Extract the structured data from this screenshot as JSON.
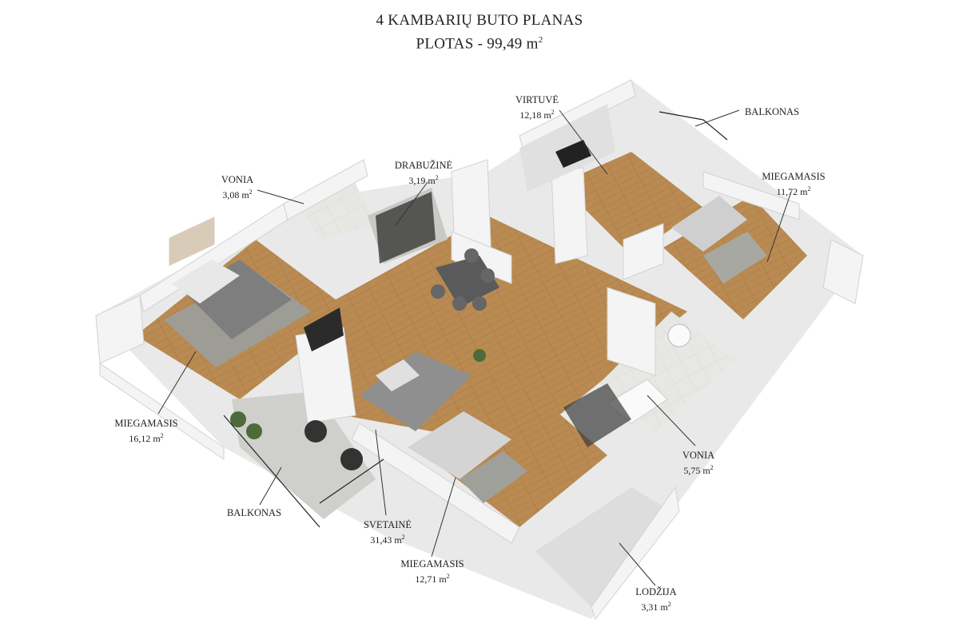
{
  "header": {
    "title": "4 KAMBARIŲ BUTO PLANAS",
    "area_prefix": "PLOTAS - 99,49 m",
    "area_unit_exp": "2"
  },
  "rooms": {
    "virtuve": {
      "name": "VIRTUVĖ",
      "area": "12,18 m"
    },
    "balkonas_top": {
      "name": "BALKONAS"
    },
    "drabuzine": {
      "name": "DRABUŽINĖ",
      "area": "3,19 m"
    },
    "vonia_left": {
      "name": "VONIA",
      "area": "3,08 m"
    },
    "miegamasis_right": {
      "name": "MIEGAMASIS",
      "area": "11,72 m"
    },
    "miegamasis_left": {
      "name": "MIEGAMASIS",
      "area": "16,12 m"
    },
    "vonia_right": {
      "name": "VONIA",
      "area": "5,75 m"
    },
    "balkonas_left": {
      "name": "BALKONAS"
    },
    "svetaine": {
      "name": "SVETAINĖ",
      "area": "31,43 m"
    },
    "miegamasis_bottom": {
      "name": "MIEGAMASIS",
      "area": "12,71 m"
    },
    "lodzija": {
      "name": "LODŽIJA",
      "area": "3,31 m"
    }
  },
  "area_exp": "2",
  "colors": {
    "wall": "#f4f4f4",
    "wall_shadow": "#d9d9d9",
    "floor_wood": "#b7884f",
    "floor_tile": "#e6e6e3",
    "rug": "#9c9c94",
    "bed": "#8a8a8a",
    "sofa": "#8f8f8f",
    "leader": "#333333"
  }
}
